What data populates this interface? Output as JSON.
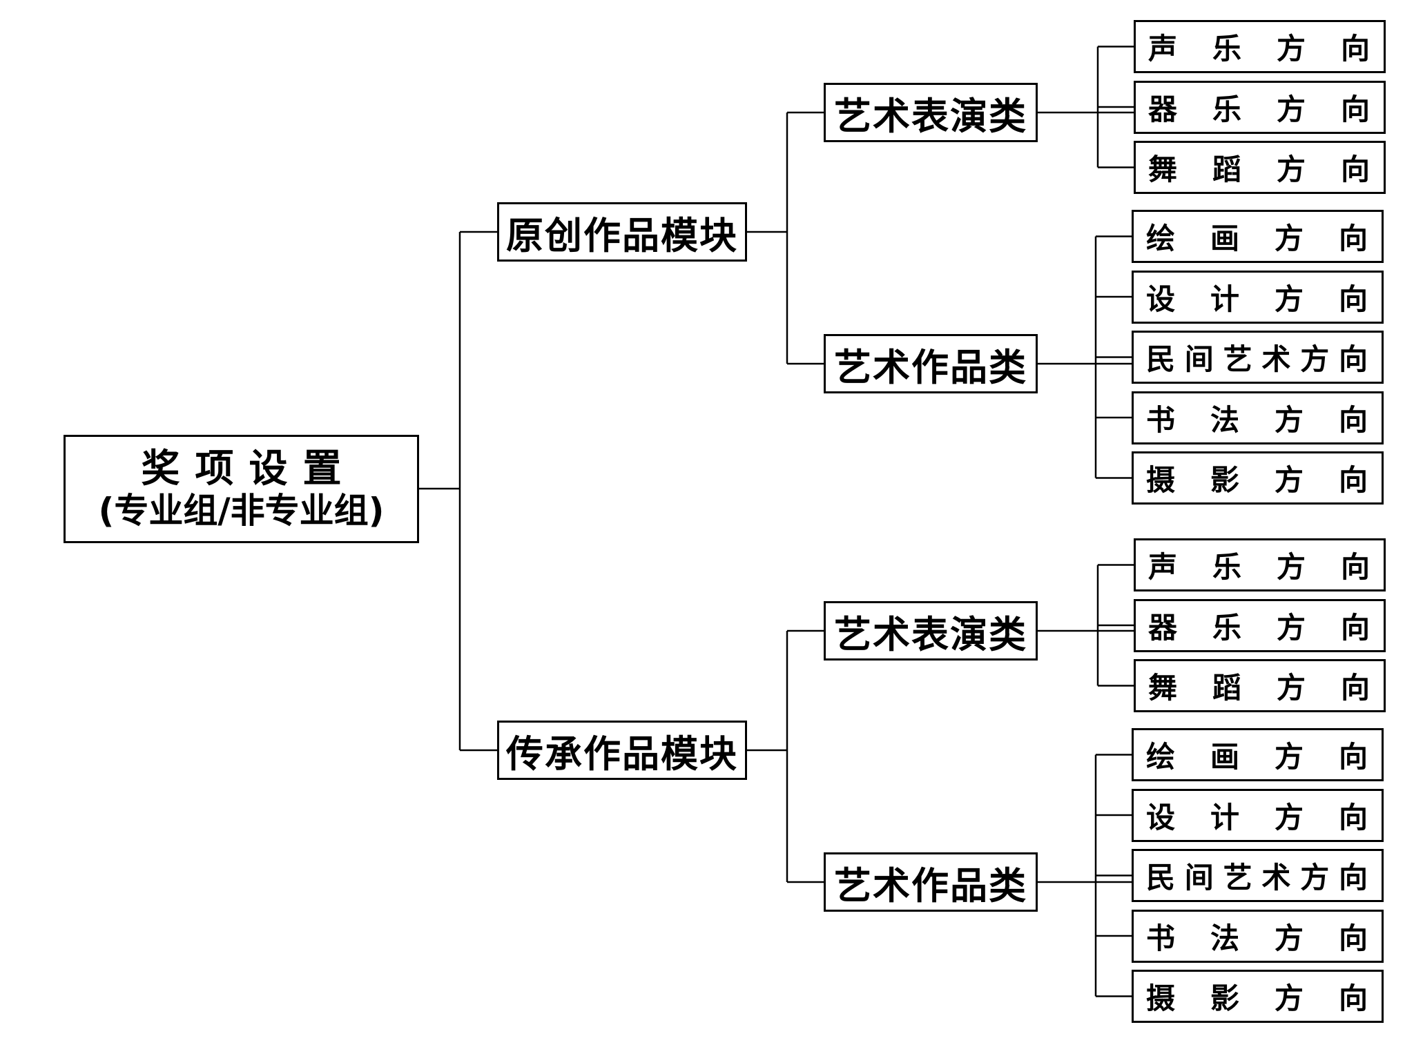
{
  "root": {
    "line1": "奖项设置",
    "line2": "(专业组/非专业组)"
  },
  "modules": [
    {
      "label": "原创作品模块",
      "categories": [
        {
          "label": "艺术表演类",
          "directions": [
            "声乐方向",
            "器乐方向",
            "舞蹈方向"
          ]
        },
        {
          "label": "艺术作品类",
          "directions": [
            "绘画方向",
            "设计方向",
            "民间艺术方向",
            "书法方向",
            "摄影方向"
          ]
        }
      ]
    },
    {
      "label": "传承作品模块",
      "categories": [
        {
          "label": "艺术表演类",
          "directions": [
            "声乐方向",
            "器乐方向",
            "舞蹈方向"
          ]
        },
        {
          "label": "艺术作品类",
          "directions": [
            "绘画方向",
            "设计方向",
            "民间艺术方向",
            "书法方向",
            "摄影方向"
          ]
        }
      ]
    }
  ]
}
